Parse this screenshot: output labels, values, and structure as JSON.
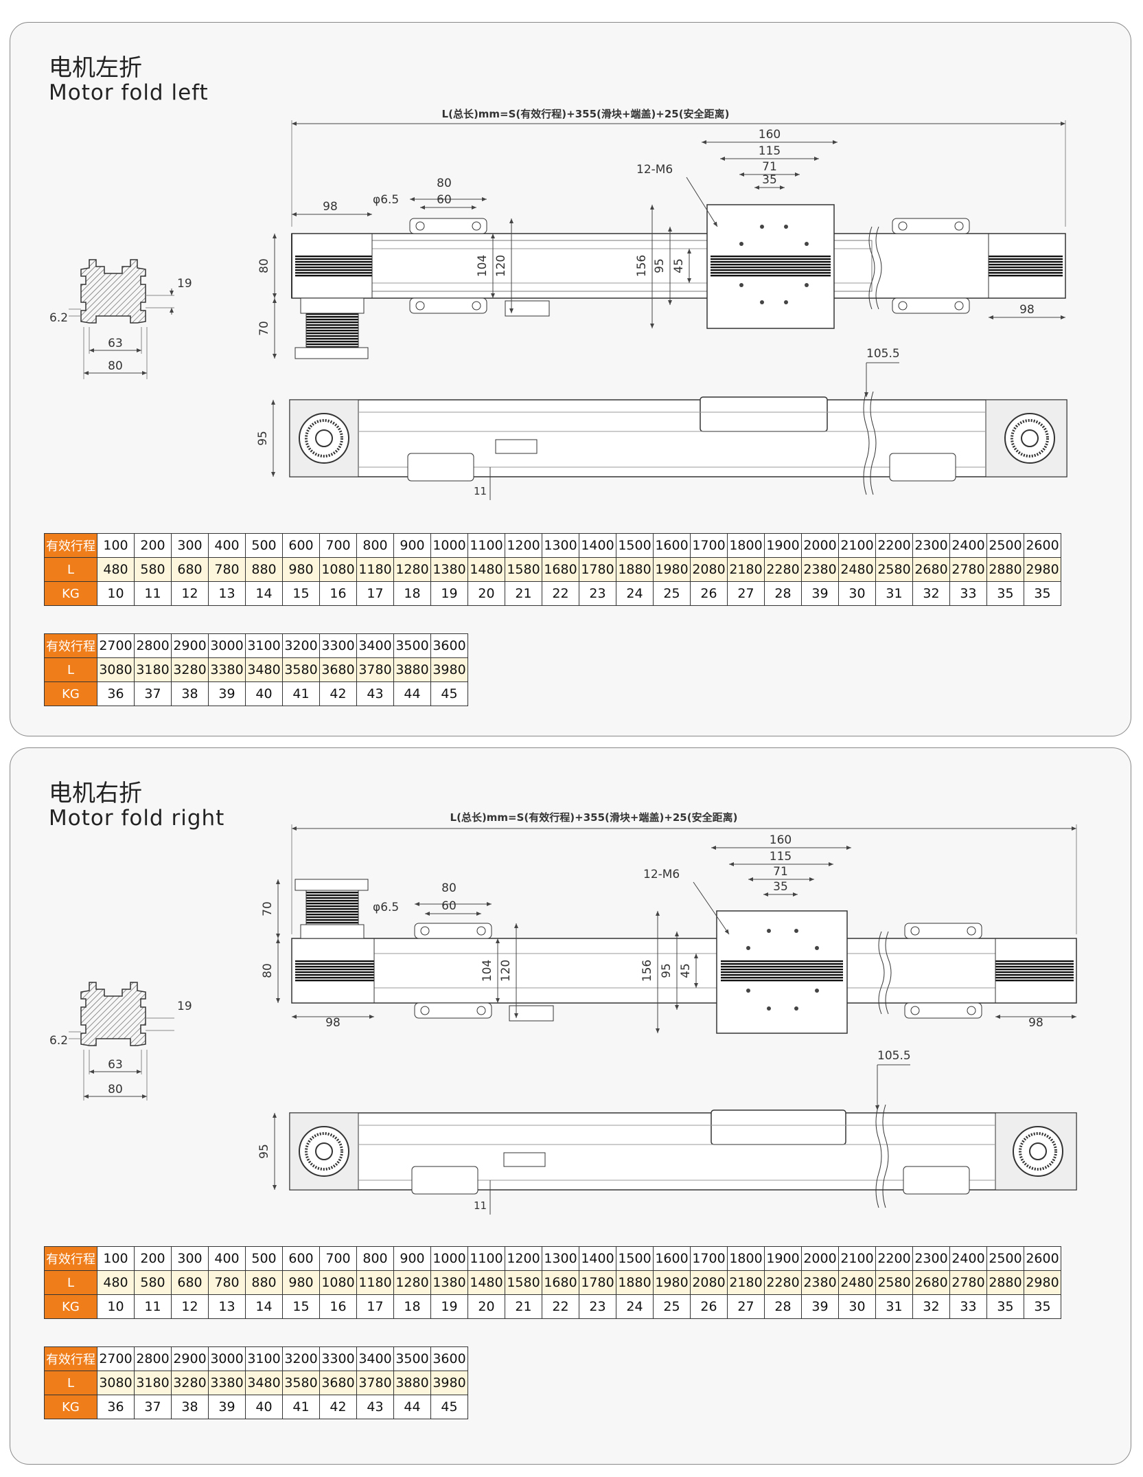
{
  "sections": [
    {
      "title_cn": "电机左折",
      "title_en": "Motor fold left",
      "formula": "L(总长)mm=S(有效行程)+355(滑块+端盖)+25(安全距离)",
      "hole_label": "12-M6",
      "dia_label": "φ6.5",
      "dims": {
        "d160": "160",
        "d115": "115",
        "d71": "71",
        "d35": "35",
        "d80": "80",
        "d60": "60",
        "d98a": "98",
        "d98b": "98",
        "d104": "104",
        "d120": "120",
        "d156": "156",
        "d95": "95",
        "d45": "45",
        "dh80": "80",
        "dh70": "70",
        "d1055": "105.5",
        "dv95": "95",
        "d11": "11",
        "p19": "19",
        "p62": "6.2",
        "p63": "63",
        "p80": "80"
      },
      "table1": {
        "headers": [
          "有效行程",
          "L",
          "KG"
        ],
        "stroke": [
          "100",
          "200",
          "300",
          "400",
          "500",
          "600",
          "700",
          "800",
          "900",
          "1000",
          "1100",
          "1200",
          "1300",
          "1400",
          "1500",
          "1600",
          "1700",
          "1800",
          "1900",
          "2000",
          "2100",
          "2200",
          "2300",
          "2400",
          "2500",
          "2600"
        ],
        "length": [
          "480",
          "580",
          "680",
          "780",
          "880",
          "980",
          "1080",
          "1180",
          "1280",
          "1380",
          "1480",
          "1580",
          "1680",
          "1780",
          "1880",
          "1980",
          "2080",
          "2180",
          "2280",
          "2380",
          "2480",
          "2580",
          "2680",
          "2780",
          "2880",
          "2980"
        ],
        "kg": [
          "10",
          "11",
          "12",
          "13",
          "14",
          "15",
          "16",
          "17",
          "18",
          "19",
          "20",
          "21",
          "22",
          "23",
          "24",
          "25",
          "26",
          "27",
          "28",
          "39",
          "30",
          "31",
          "32",
          "33",
          "35",
          "35"
        ]
      },
      "table2": {
        "headers": [
          "有效行程",
          "L",
          "KG"
        ],
        "stroke": [
          "2700",
          "2800",
          "2900",
          "3000",
          "3100",
          "3200",
          "3300",
          "3400",
          "3500",
          "3600"
        ],
        "length": [
          "3080",
          "3180",
          "3280",
          "3380",
          "3480",
          "3580",
          "3680",
          "3780",
          "3880",
          "3980"
        ],
        "kg": [
          "36",
          "37",
          "38",
          "39",
          "40",
          "41",
          "42",
          "43",
          "44",
          "45"
        ]
      }
    },
    {
      "title_cn": "电机右折",
      "title_en": "Motor fold right",
      "formula": "L(总长)mm=S(有效行程)+355(滑块+端盖)+25(安全距离)",
      "hole_label": "12-M6",
      "dia_label": "φ6.5",
      "dims": {
        "d160": "160",
        "d115": "115",
        "d71": "71",
        "d35": "35",
        "d80": "80",
        "d60": "60",
        "d98a": "98",
        "d98b": "98",
        "d104": "104",
        "d120": "120",
        "d156": "156",
        "d95": "95",
        "d45": "45",
        "dh80": "80",
        "dh70": "70",
        "d1055": "105.5",
        "dv95": "95",
        "d11": "11",
        "p19": "19",
        "p62": "6.2",
        "p63": "63",
        "p80": "80"
      },
      "table1": {
        "headers": [
          "有效行程",
          "L",
          "KG"
        ],
        "stroke": [
          "100",
          "200",
          "300",
          "400",
          "500",
          "600",
          "700",
          "800",
          "900",
          "1000",
          "1100",
          "1200",
          "1300",
          "1400",
          "1500",
          "1600",
          "1700",
          "1800",
          "1900",
          "2000",
          "2100",
          "2200",
          "2300",
          "2400",
          "2500",
          "2600"
        ],
        "length": [
          "480",
          "580",
          "680",
          "780",
          "880",
          "980",
          "1080",
          "1180",
          "1280",
          "1380",
          "1480",
          "1580",
          "1680",
          "1780",
          "1880",
          "1980",
          "2080",
          "2180",
          "2280",
          "2380",
          "2480",
          "2580",
          "2680",
          "2780",
          "2880",
          "2980"
        ],
        "kg": [
          "10",
          "11",
          "12",
          "13",
          "14",
          "15",
          "16",
          "17",
          "18",
          "19",
          "20",
          "21",
          "22",
          "23",
          "24",
          "25",
          "26",
          "27",
          "28",
          "39",
          "30",
          "31",
          "32",
          "33",
          "35",
          "35"
        ]
      },
      "table2": {
        "headers": [
          "有效行程",
          "L",
          "KG"
        ],
        "stroke": [
          "2700",
          "2800",
          "2900",
          "3000",
          "3100",
          "3200",
          "3300",
          "3400",
          "3500",
          "3600"
        ],
        "length": [
          "3080",
          "3180",
          "3280",
          "3380",
          "3480",
          "3580",
          "3680",
          "3780",
          "3880",
          "3980"
        ],
        "kg": [
          "36",
          "37",
          "38",
          "39",
          "40",
          "41",
          "42",
          "43",
          "44",
          "45"
        ]
      }
    }
  ],
  "colors": {
    "header_orange": "#ef7d1a",
    "length_row": "#fdf6dc",
    "panel_bg": "#f7f7f7"
  }
}
